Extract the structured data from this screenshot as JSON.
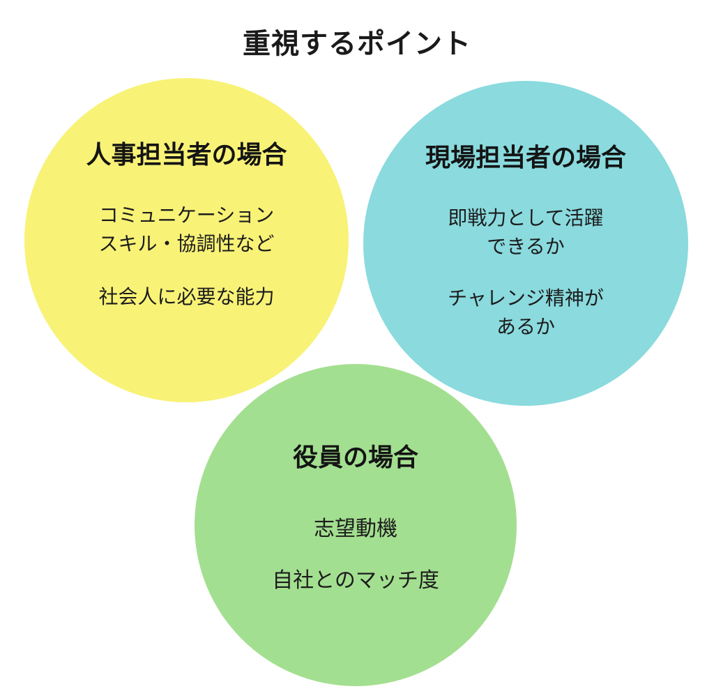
{
  "title": "重視するポイント",
  "colors": {
    "hr_circle": "#F8F277",
    "field_circle": "#8ADADE",
    "exec_circle": "#A3DF90",
    "text": "#1c1c1c",
    "background": "#ffffff"
  },
  "circles": [
    {
      "id": "hr",
      "heading": "人事担当者の場合",
      "paragraphs": [
        [
          "コミュニケーション",
          "スキル・協調性など"
        ],
        [
          "社会人に必要な能力"
        ]
      ]
    },
    {
      "id": "field",
      "heading": "現場担当者の場合",
      "paragraphs": [
        [
          "即戦力として活躍",
          "できるか"
        ],
        [
          "チャレンジ精神が",
          "あるか"
        ]
      ]
    },
    {
      "id": "executive",
      "heading": "役員の場合",
      "paragraphs": [
        [
          "志望動機"
        ],
        [
          "自社とのマッチ度"
        ]
      ]
    }
  ]
}
